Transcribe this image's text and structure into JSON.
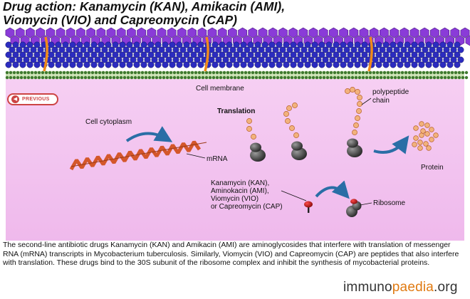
{
  "title": {
    "line1": "Drug action: Kanamycin (KAN), Amikacin (AMI),",
    "line2": "Viomycin (VIO) and Capreomycin (CAP)"
  },
  "nav": {
    "previous_label": "PREVIOUS"
  },
  "diagram": {
    "cell_membrane": "Cell membrane",
    "cell_cytoplasm": "Cell cytoplasm",
    "translation": "Translation",
    "mrna": "mRNA",
    "polypeptide_line1": "polypeptide",
    "polypeptide_line2": "chain",
    "protein": "Protein",
    "drugs_line1": "Kanamycin (KAN),",
    "drugs_line2": "Aminokacin (AMI),",
    "drugs_line3": "Viomycin (VIO)",
    "drugs_line4": "or Capreomycin (CAP)",
    "ribosome": "Ribosome"
  },
  "caption": "The second-line antibiotic drugs Kanamycin (KAN) and Amikacin (AMI) are aminoglycosides that interfere with translation of messenger RNA (mRNA) transcripts in Mycobacterium tuberculosis. Similarly, Viomycin (VIO) and Capreomycin (CAP) are peptides that also interfere with translation. These drugs bind to the 30S subunit of the ribosome complex and inhibit the synthesis of mycobacterial proteins.",
  "brand": {
    "part1": "immuno",
    "part2": "paedia",
    "part3": ".org"
  },
  "colors": {
    "purple": "#8a3bd8",
    "blue": "#2c2cc0",
    "cytoplasm": "#f3c4f0",
    "membrane": "#3f7a2f",
    "mrna": "#d4572b",
    "bead": "#f2b27c",
    "arrow": "#2a6ea6",
    "drug": "#c01818",
    "prev": "#cc4444"
  }
}
